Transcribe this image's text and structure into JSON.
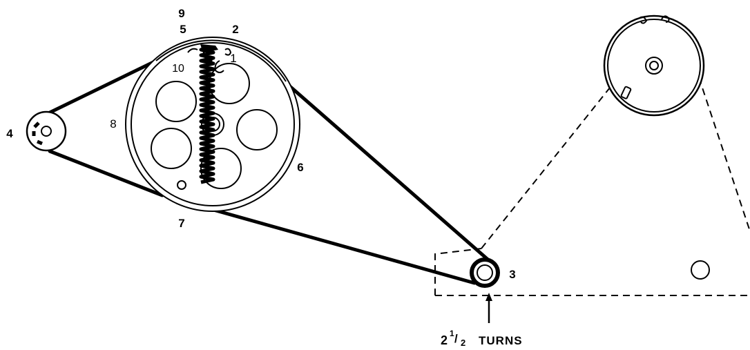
{
  "labels": {
    "l1": "1",
    "l2": "2",
    "l3": "3",
    "l4": "4",
    "l5": "5",
    "l6": "6",
    "l7": "7",
    "l8": "8",
    "l9": "9",
    "l10": "10"
  },
  "turns": {
    "whole": "2",
    "num": "1",
    "slash": "/",
    "den": "2",
    "word": "TURNS"
  },
  "colors": {
    "ink": "#000000",
    "paper": "#ffffff"
  }
}
